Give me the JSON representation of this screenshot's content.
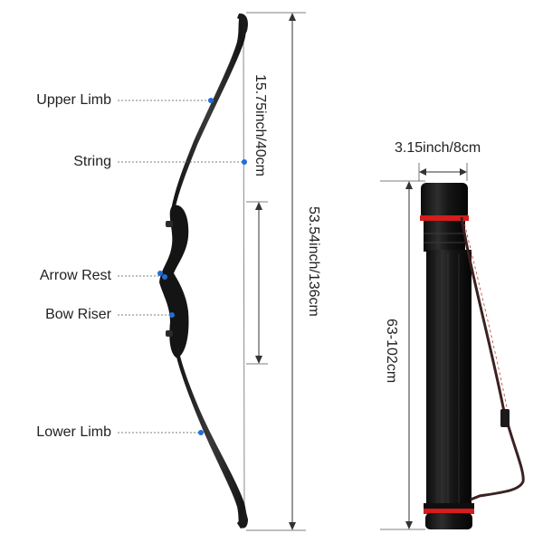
{
  "labels": {
    "upper_limb": "Upper Limb",
    "string": "String",
    "arrow_rest": "Arrow Rest",
    "bow_riser": "Bow Riser",
    "lower_limb": "Lower Limb"
  },
  "dimensions": {
    "limb_length": "15.75inch/40cm",
    "bow_length": "53.54inch/136cm",
    "quiver_diameter": "3.15inch/8cm",
    "quiver_length": "63-102cm"
  },
  "colors": {
    "marker": "#1f6fd6",
    "bow": "#1a1a1a",
    "quiver": "#141414",
    "quiver_band": "#d61c1c",
    "strap": "#3a2222",
    "line": "#555555"
  }
}
